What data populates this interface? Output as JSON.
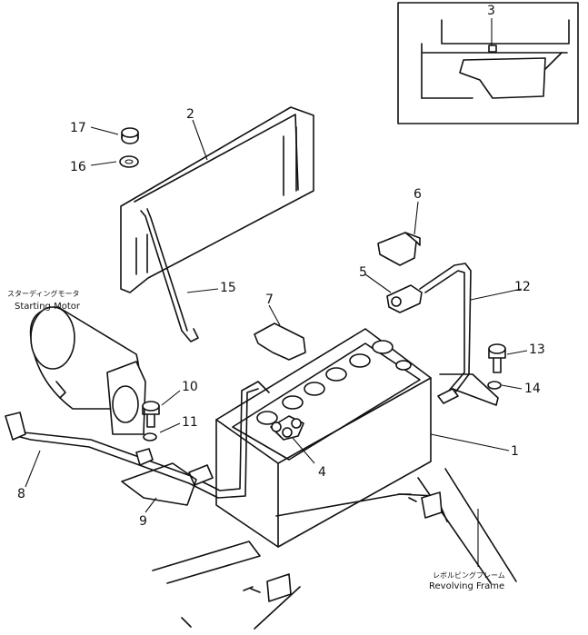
{
  "callouts": [
    {
      "id": "1",
      "label": "1"
    },
    {
      "id": "2",
      "label": "2"
    },
    {
      "id": "3",
      "label": "3"
    },
    {
      "id": "4",
      "label": "4"
    },
    {
      "id": "5",
      "label": "5"
    },
    {
      "id": "6",
      "label": "6"
    },
    {
      "id": "7",
      "label": "7"
    },
    {
      "id": "8",
      "label": "8"
    },
    {
      "id": "9",
      "label": "9"
    },
    {
      "id": "10",
      "label": "10"
    },
    {
      "id": "11",
      "label": "11"
    },
    {
      "id": "12",
      "label": "12"
    },
    {
      "id": "13",
      "label": "13"
    },
    {
      "id": "14",
      "label": "14"
    },
    {
      "id": "15",
      "label": "15"
    },
    {
      "id": "16",
      "label": "16"
    },
    {
      "id": "17",
      "label": "17"
    }
  ],
  "captions": {
    "starting_motor_jp": "スターディングモータ",
    "starting_motor_en": "Starting Motor",
    "revolving_frame_jp": "レボルビングフレーム",
    "revolving_frame_en": "Revolving  Frame"
  }
}
